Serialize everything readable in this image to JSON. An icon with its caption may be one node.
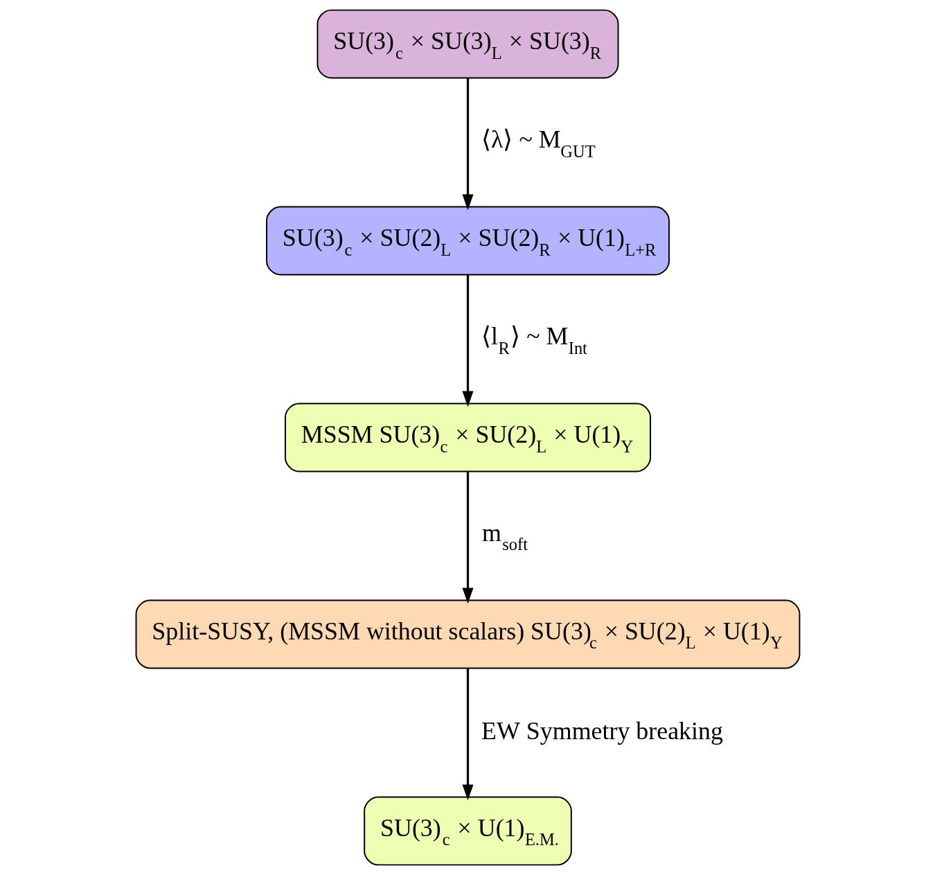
{
  "diagram": {
    "nodes": [
      {
        "text": [
          "SU(3)$_{c}$ × SU(3)$_{L}$ × SU(3)$_{R}$"
        ]
      },
      {
        "text": [
          "SU(3)$_{c}$ × SU(2)$_{L}$ × SU(2)$_{R}$ × U(1)$_{L+R}$"
        ]
      },
      {
        "text": [
          "MSSM SU(3)$_{c}$ × SU(2)$_{L}$ × U(1)$_{Y}$"
        ]
      },
      {
        "text": [
          "Split-SUSY, (MSSM without scalars) SU(3)$_{c}$ × SU(2)$_{L}$ × U(1)$_{Y}$"
        ]
      },
      {
        "text": [
          "SU(3)$_{c}$ × U(1)$_{E.M.}$"
        ]
      }
    ],
    "edges": [
      {
        "from": 0,
        "to": 1,
        "arrow": "to",
        "label": "⟨λ⟩ ~ M$_{GUT}$"
      },
      {
        "from": 1,
        "to": 2,
        "arrow": "to",
        "label": "⟨l$_{R}$⟩ ~ M$_{Int}$"
      },
      {
        "from": 2,
        "to": 3,
        "arrow": "to",
        "label": "m$_{soft}$"
      },
      {
        "from": 3,
        "to": 4,
        "arrow": "to",
        "label": "EW Symmetry breaking"
      }
    ]
  }
}
